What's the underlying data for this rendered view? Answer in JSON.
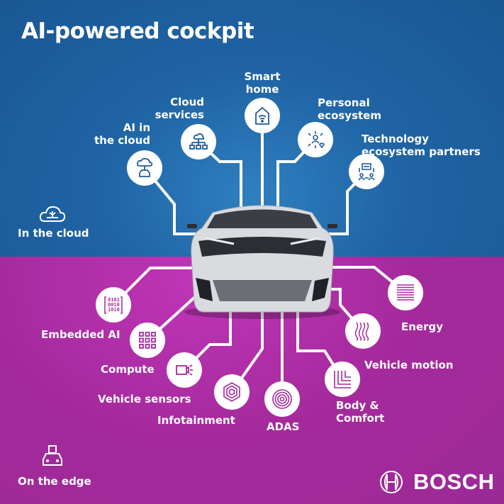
{
  "title": "AI-powered cockpit",
  "zones": {
    "cloud": {
      "label": "In the cloud",
      "icon": "cloud-network-icon",
      "color": "#1f63a3"
    },
    "edge": {
      "label": "On the edge",
      "icon": "car-chip-icon",
      "color": "#a42a9c"
    }
  },
  "cloud_nodes": [
    {
      "label1": "AI in",
      "label2": "the cloud",
      "icon": "cloud-car-icon"
    },
    {
      "label1": "Cloud",
      "label2": "services",
      "icon": "cloud-hierarchy-icon"
    },
    {
      "label1": "Smart",
      "label2": "home",
      "icon": "smart-home-icon"
    },
    {
      "label1": "Personal",
      "label2": "ecosystem",
      "icon": "personal-ecosystem-icon"
    },
    {
      "label1": "Technology",
      "label2": "ecosystem partners",
      "icon": "handshake-partners-icon"
    }
  ],
  "edge_nodes": [
    {
      "label": "Embedded AI",
      "icon": "binary-code-icon"
    },
    {
      "label": "Compute",
      "icon": "grid-chip-icon"
    },
    {
      "label": "Vehicle sensors",
      "icon": "sensor-camera-icon"
    },
    {
      "label": "Infotainment",
      "icon": "hexagon-layers-icon"
    },
    {
      "label": "ADAS",
      "icon": "concentric-circles-icon"
    },
    {
      "label1": "Body &",
      "label2": "Comfort",
      "icon": "corner-layers-icon"
    },
    {
      "label": "Vehicle motion",
      "icon": "wave-lines-icon"
    },
    {
      "label": "Energy",
      "icon": "horizontal-lines-icon"
    }
  ],
  "brand": {
    "name": "BOSCH",
    "icon": "bosch-armature-icon"
  },
  "colors": {
    "icon_stroke": "#1f5b9c",
    "icon_stroke_edge": "#a42a9c"
  }
}
